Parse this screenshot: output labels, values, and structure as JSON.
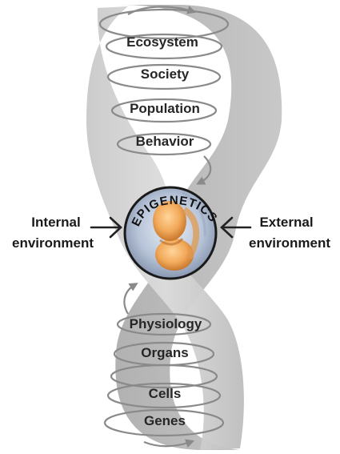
{
  "upper_levels": [
    {
      "name": "ecosystem",
      "label": "Ecosystem"
    },
    {
      "name": "society",
      "label": "Society"
    },
    {
      "name": "population",
      "label": "Population"
    },
    {
      "name": "behavior",
      "label": "Behavior"
    }
  ],
  "lower_levels": [
    {
      "name": "physiology",
      "label": "Physiology"
    },
    {
      "name": "organs",
      "label": "Organs"
    },
    {
      "name": "cells",
      "label": "Cells"
    },
    {
      "name": "genes",
      "label": "Genes"
    }
  ],
  "center": {
    "label": "EPIGENETICS",
    "image": "fetus-embryo-image"
  },
  "left": {
    "line1": "Internal",
    "line2": "environment"
  },
  "right": {
    "line1": "External",
    "line2": "environment"
  },
  "colors": {
    "helix_light": "#d9d9d9",
    "helix_dark": "#b3b3b3",
    "coil": "#8a8a8a",
    "circle_border": "#1a1a1a"
  }
}
